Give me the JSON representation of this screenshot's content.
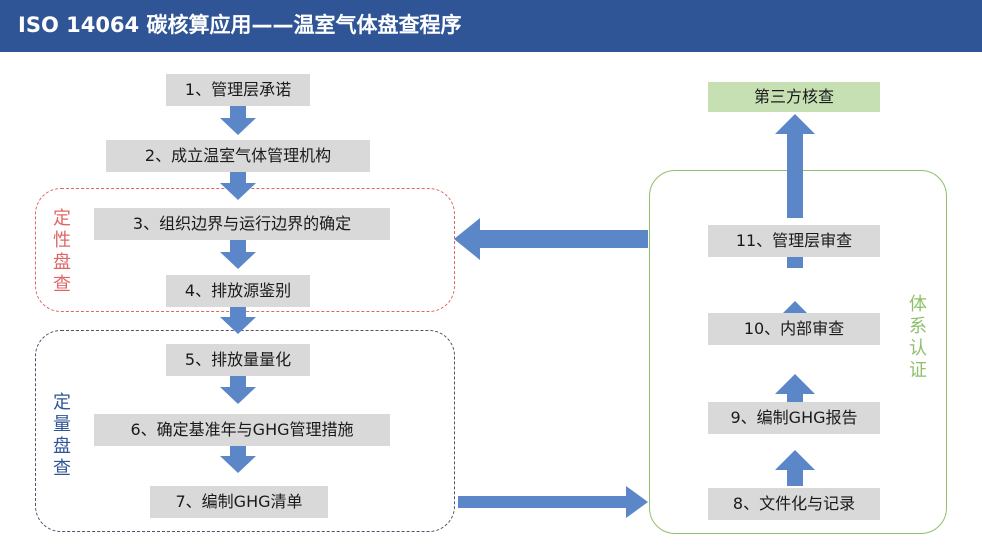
{
  "header": {
    "title": "ISO 14064 碳核算应用——温室气体盘查程序"
  },
  "steps_left": [
    "1、管理层承诺",
    "2、成立温室气体管理机构",
    "3、组织边界与运行边界的确定",
    "4、排放源鉴别",
    "5、排放量量化",
    "6、确定基准年与GHG管理措施",
    "7、编制GHG清单"
  ],
  "steps_right": [
    "8、文件化与记录",
    "9、编制GHG报告",
    "10、内部审查",
    "11、管理层审查"
  ],
  "third_party": "第三方核查",
  "groups": {
    "qualitative": "定性盘查",
    "quantitative": "定量盘查",
    "certification": "体系认证"
  },
  "colors": {
    "header": "#2f5597",
    "step_box": "#d9d9d9",
    "arrow": "#5b87c8",
    "qualitative_border": "#e06666",
    "quantitative_border": "#4a5568",
    "certification_border": "#8fbf6a",
    "third_party_box": "#c6e0b4"
  }
}
